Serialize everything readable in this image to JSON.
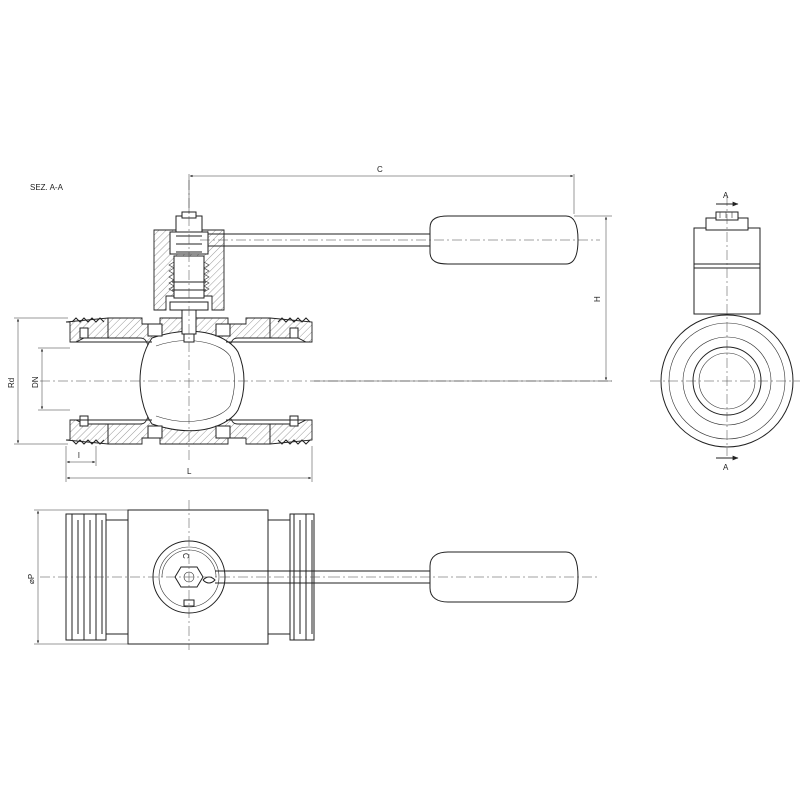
{
  "section_title": "SEZ. A-A",
  "dimensions": {
    "c": "C",
    "h": "H",
    "rd": "Rd",
    "dn": "DN",
    "l_small": "l",
    "l_overall": "L",
    "p": "⌀P"
  },
  "section_markers": {
    "top": "A",
    "bottom": "A"
  },
  "handle_marks": {
    "letter": "C"
  }
}
